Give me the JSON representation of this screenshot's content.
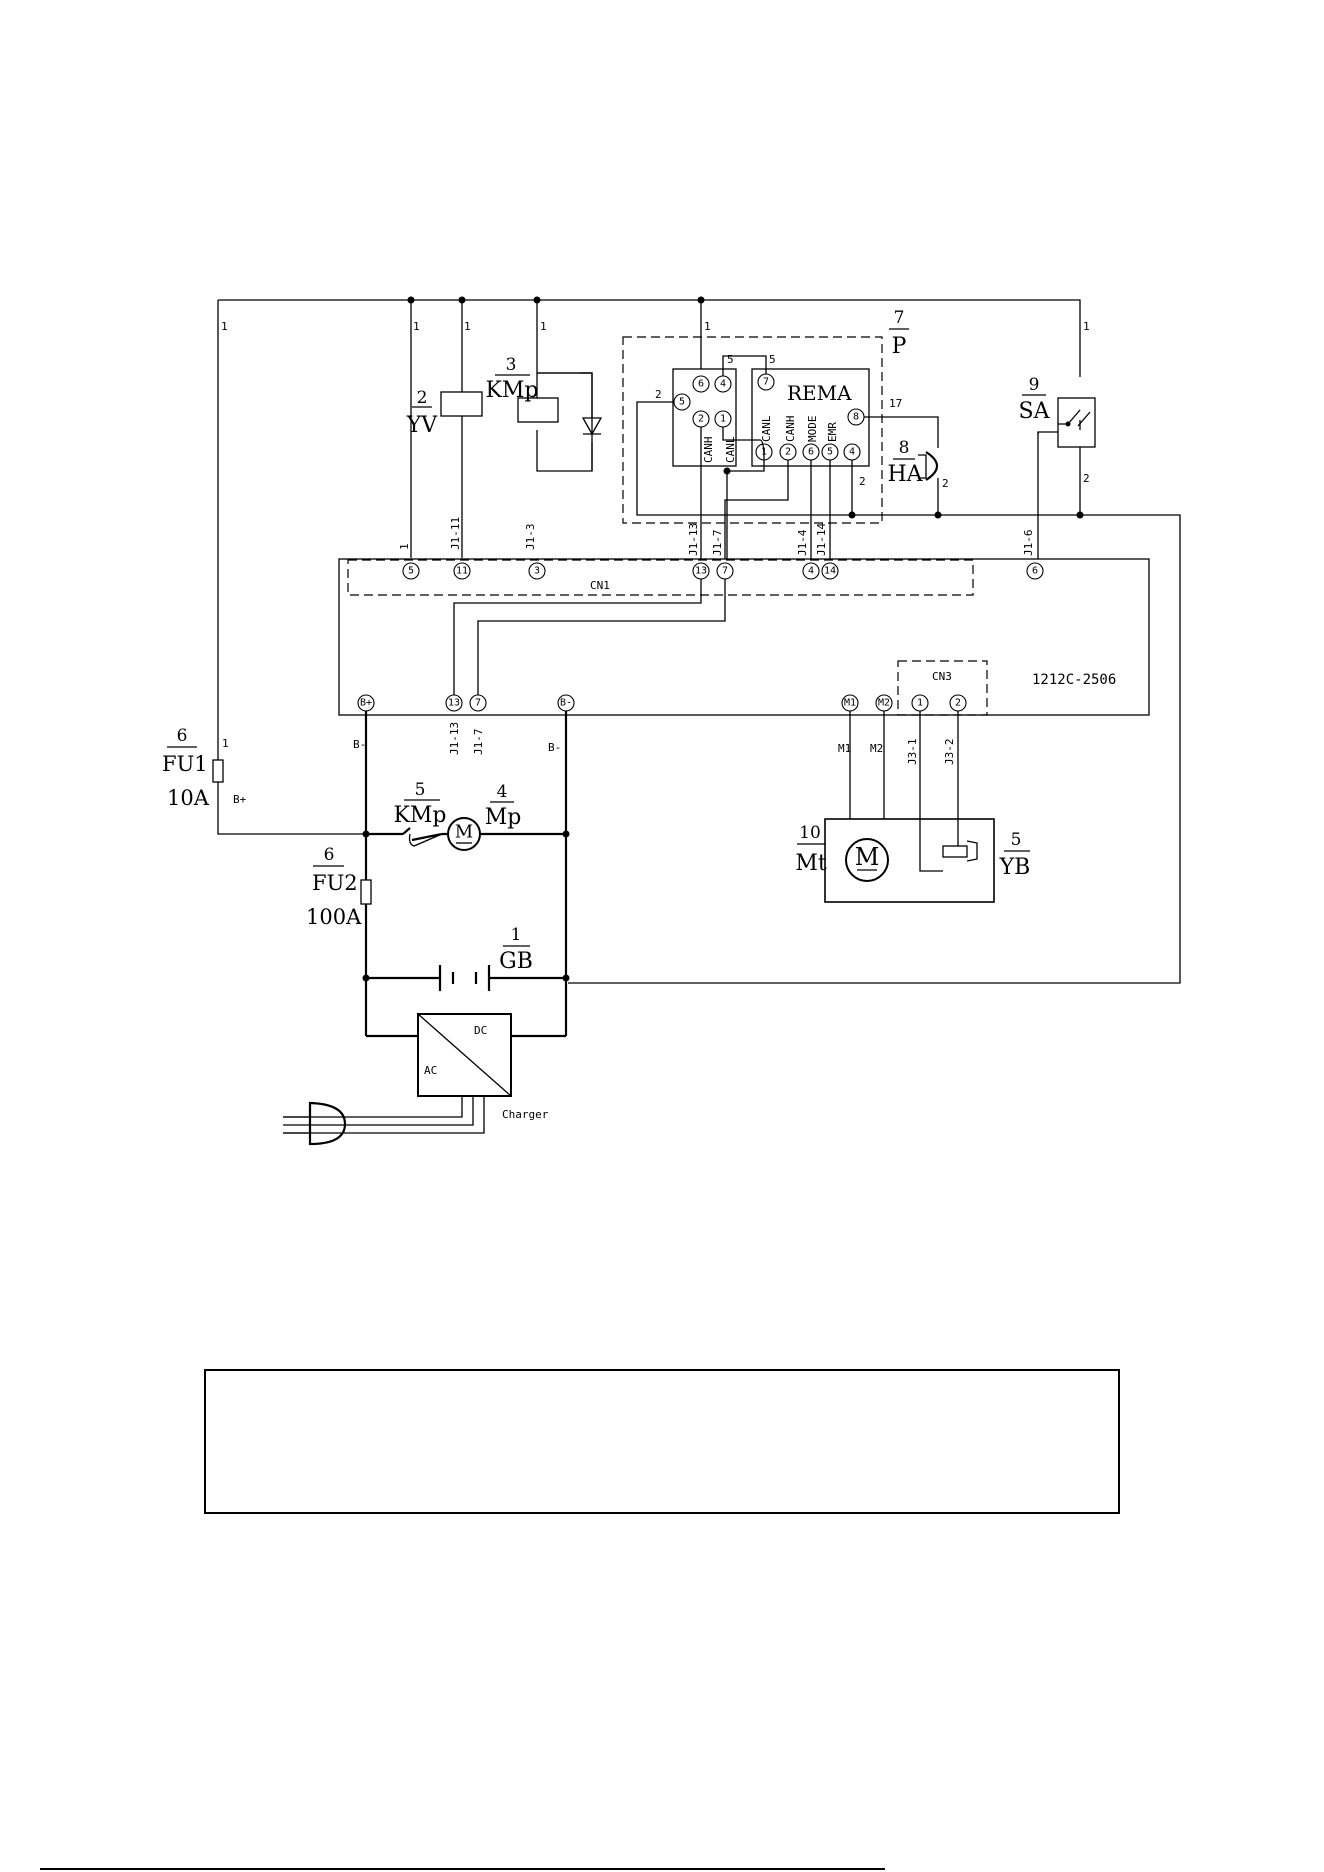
{
  "wire_numbers": {
    "main_1": "1",
    "two": "2",
    "five": "5",
    "seventeen": "17"
  },
  "components": {
    "battery": {
      "num": "1",
      "label": "GB"
    },
    "valve": {
      "num": "2",
      "label": "YV"
    },
    "pump_contactor_coil": {
      "num": "3",
      "label": "KMp"
    },
    "pump_motor": {
      "num": "4",
      "label": "Mp",
      "symbol": "M"
    },
    "pump_contactor_switch": {
      "num": "5",
      "label": "KMp"
    },
    "brake": {
      "num": "5",
      "label": "YB"
    },
    "fuse1": {
      "num": "6",
      "label": "FU1",
      "rating": "10A"
    },
    "fuse2": {
      "num": "6",
      "label": "FU2",
      "rating": "100A"
    },
    "meter": {
      "num": "7",
      "label": "P",
      "title": "REMA"
    },
    "horn": {
      "num": "8",
      "label": "HA"
    },
    "switch": {
      "num": "9",
      "label": "SA"
    },
    "traction_motor": {
      "num": "10",
      "label": "Mt",
      "symbol": "M"
    },
    "charger": {
      "name": "Charger",
      "ac": "AC",
      "dc": "DC"
    }
  },
  "meter_pins": {
    "left": [
      "6",
      "4",
      "5",
      "2",
      "1"
    ],
    "right": [
      "7",
      "8",
      "1",
      "2",
      "6",
      "5",
      "4"
    ],
    "signals": [
      "CANH",
      "CANL",
      "CANL",
      "CANH",
      "MODE",
      "EMR"
    ]
  },
  "controller": {
    "model": "1212C-2506",
    "cn1": "CN1",
    "cn3": "CN3",
    "cn1_pins": [
      "5",
      "11",
      "3",
      "13",
      "7",
      "4",
      "14",
      "6"
    ],
    "cn1_labels": [
      "1",
      "J1-11",
      "J1-3",
      "J1-13",
      "J1-7",
      "J1-4",
      "J1-14",
      "J1-6"
    ],
    "bottom_pins": [
      "B+",
      "13",
      "7",
      "B-",
      "M1",
      "M2",
      "1",
      "2"
    ],
    "bottom_labels": [
      "B-",
      "J1-13",
      "J1-7",
      "B-",
      "M1",
      "M2",
      "J3-1",
      "J3-2"
    ],
    "b_plus": "B+"
  }
}
